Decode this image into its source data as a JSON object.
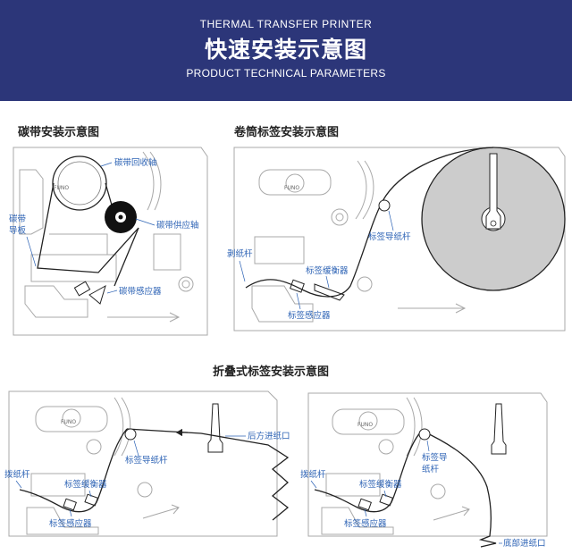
{
  "header": {
    "subtitle_top": "THERMAL TRANSFER PRINTER",
    "title": "快速安装示意图",
    "subtitle_bottom": "PRODUCT TECHNICAL PARAMETERS"
  },
  "sections": {
    "ribbon": {
      "title": "碳带安装示意图",
      "labels": {
        "rewind_shaft": "碳带回收轴",
        "supply_shaft": "碳带供应轴",
        "guide_plate": "碳带导板",
        "sensor": "碳带感应器"
      }
    },
    "roll": {
      "title": "卷筒标签安装示意图",
      "labels": {
        "peel_bar": "剥纸杆",
        "guide_bar": "标签导纸杆",
        "buffer": "标签缓衡器",
        "sensor": "标签感应器"
      }
    },
    "fanfold": {
      "title": "折叠式标签安装示意图",
      "rear": {
        "peel_bar": "拨纸杆",
        "guide_bar": "标签导纸杆",
        "buffer": "标签缓衡器",
        "sensor": "标签感应器",
        "entry": "后方进纸口"
      },
      "bottom": {
        "peel_bar": "拨纸杆",
        "guide_bar_line1": "标签导",
        "guide_bar_line2": "纸杆",
        "buffer": "标签缓衡器",
        "sensor": "标签感应器",
        "entry": "底部进纸口"
      }
    }
  },
  "colors": {
    "banner": "#2c3679",
    "label": "#2d63b5",
    "outline": "#a8a8a8",
    "roll_fill": "#cccccc"
  }
}
